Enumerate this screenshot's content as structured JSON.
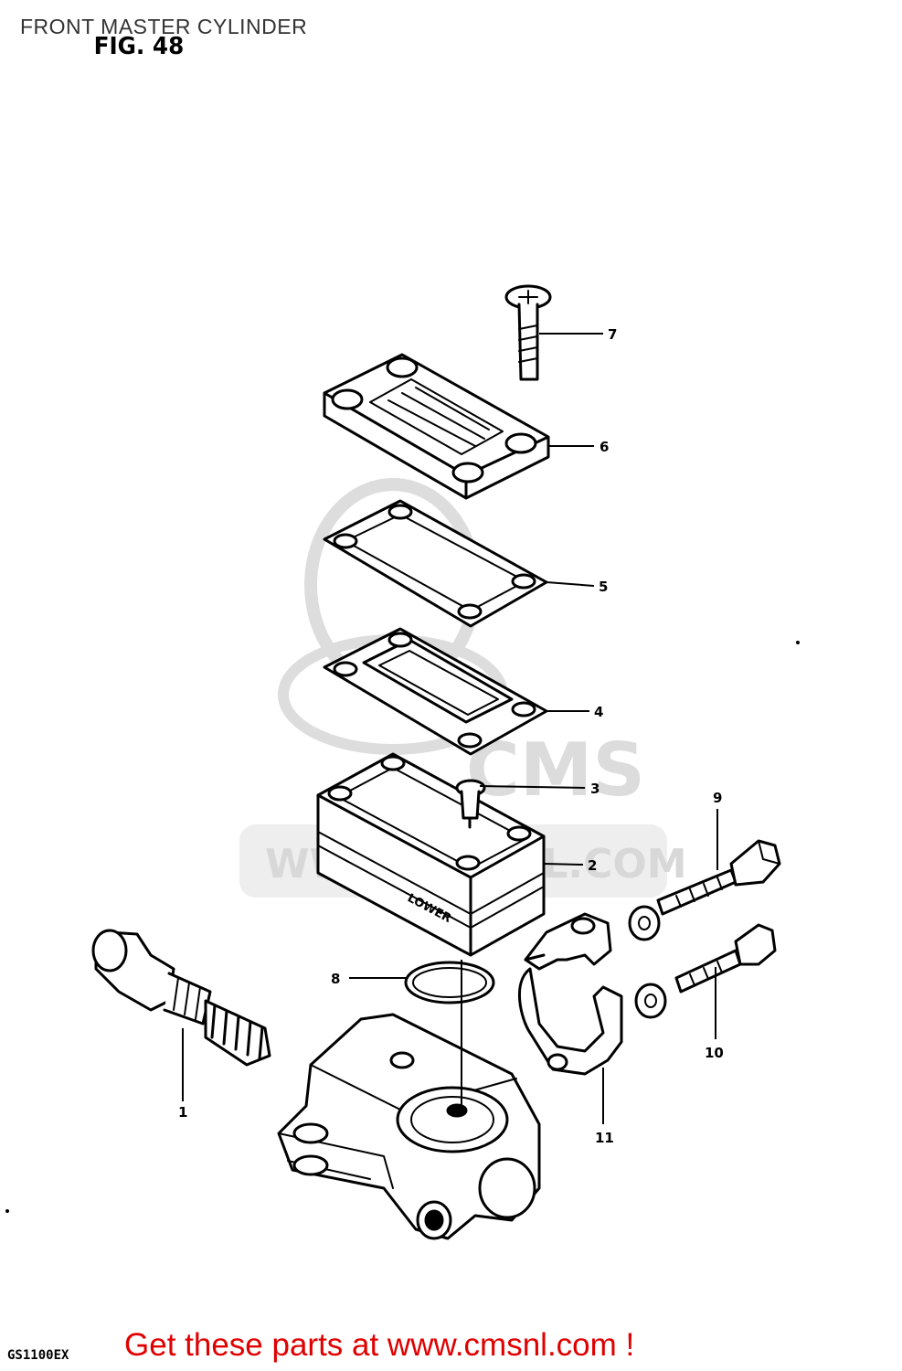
{
  "header": {
    "title": "FRONT MASTER CYLINDER",
    "figure": "FIG. 48"
  },
  "callouts": [
    "7",
    "6",
    "5",
    "4",
    "3",
    "2",
    "9",
    "8",
    "10",
    "1",
    "11"
  ],
  "part_marks": {
    "lower": "LOWER"
  },
  "watermark": {
    "logo": "CMS",
    "url": "WWW.CMSNL.COM"
  },
  "footer": {
    "model": "GS1100EX",
    "promo": "Get these parts at www.cmsnl.com !"
  },
  "colors": {
    "promo": "#e00000",
    "line": "#000000",
    "watermark": "#d8d8d8"
  }
}
